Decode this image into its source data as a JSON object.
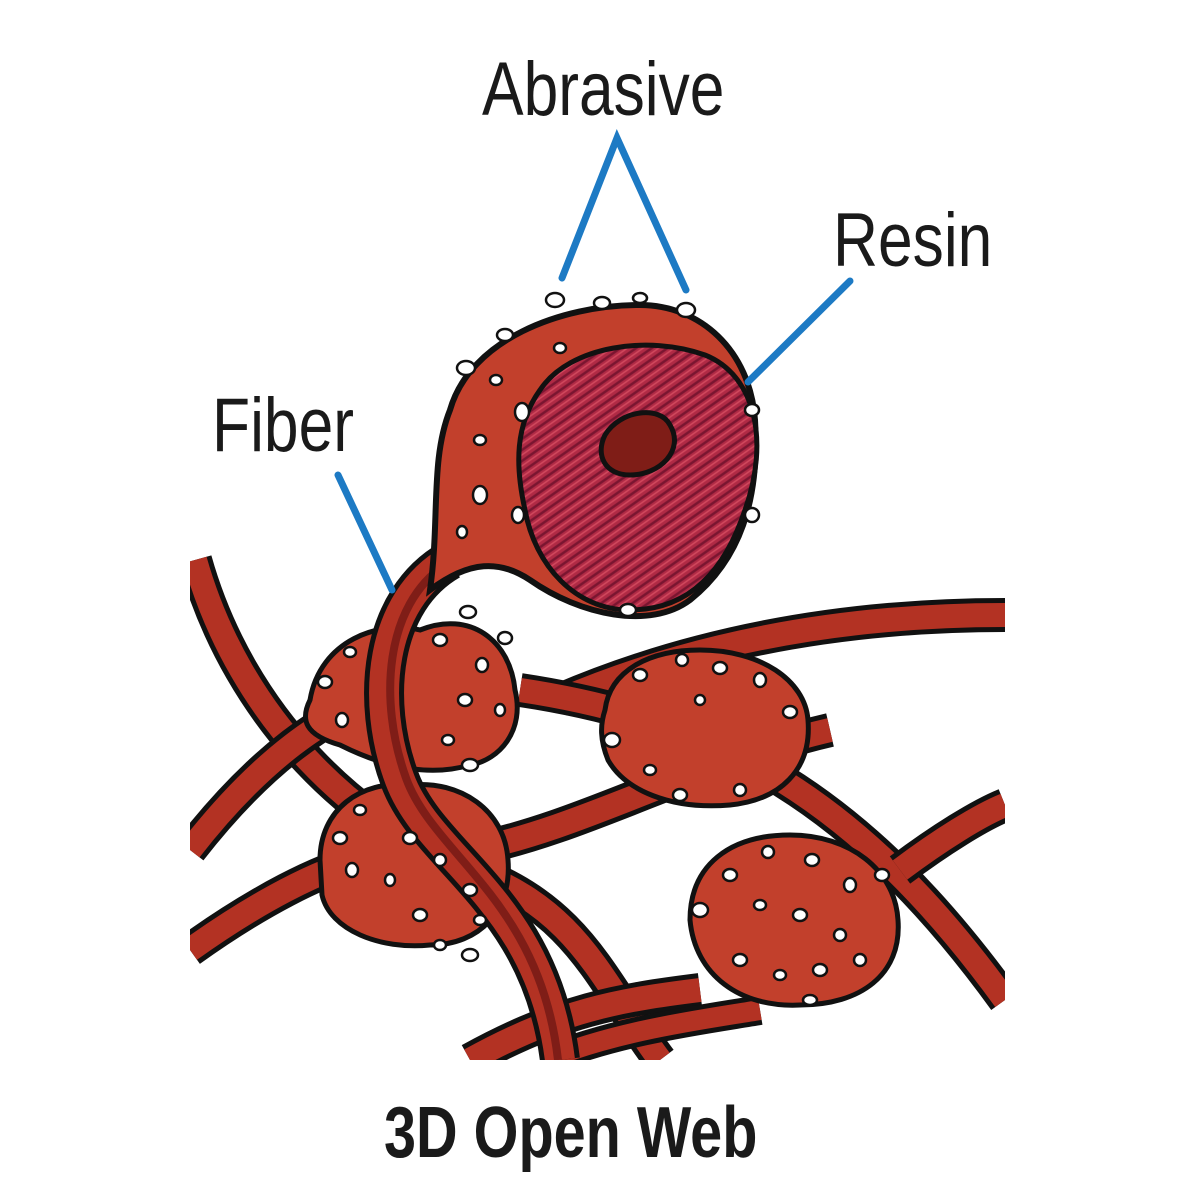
{
  "labels": {
    "abrasive": "Abrasive",
    "resin": "Resin",
    "fiber": "Fiber"
  },
  "caption": "3D Open Web",
  "colors": {
    "fiber": "#b33223",
    "fiber_core": "#7f1d17",
    "resin_blob": "#c2402c",
    "resin_cross_section": "#a8263f",
    "abrasive_grain": "#ffffff",
    "leader_line": "#1d7ac4",
    "outline": "#111111",
    "text": "#1a1a1a"
  }
}
